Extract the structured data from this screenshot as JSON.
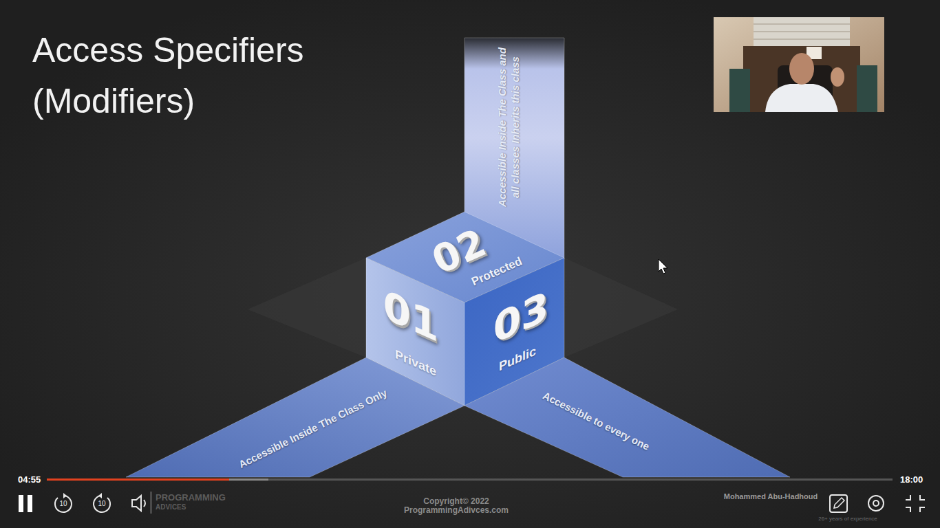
{
  "diagram": {
    "title": "Access Specifiers (Modifiers)",
    "nodes": [
      {
        "text": [
          "Accessible Inside The Class and all classes Inherits this class"
        ]
      },
      {
        "text": [
          "02",
          "Protected"
        ]
      },
      {
        "text": [
          "01",
          "Private"
        ]
      },
      {
        "text": [
          "03",
          "Public"
        ]
      },
      {
        "text": [
          "Accessible Inside The Class Only"
        ]
      },
      {
        "text": [
          "Accessible to every one"
        ]
      }
    ],
    "labels": [
      "04:55",
      "18:00",
      "10",
      "10",
      "PROGRAMMING",
      "ADVICES",
      "Copyright© 2022",
      "ProgrammingAdivces.com",
      "Mohammed Abu-Hadhoud",
      "26+ years of experience"
    ]
  }
}
